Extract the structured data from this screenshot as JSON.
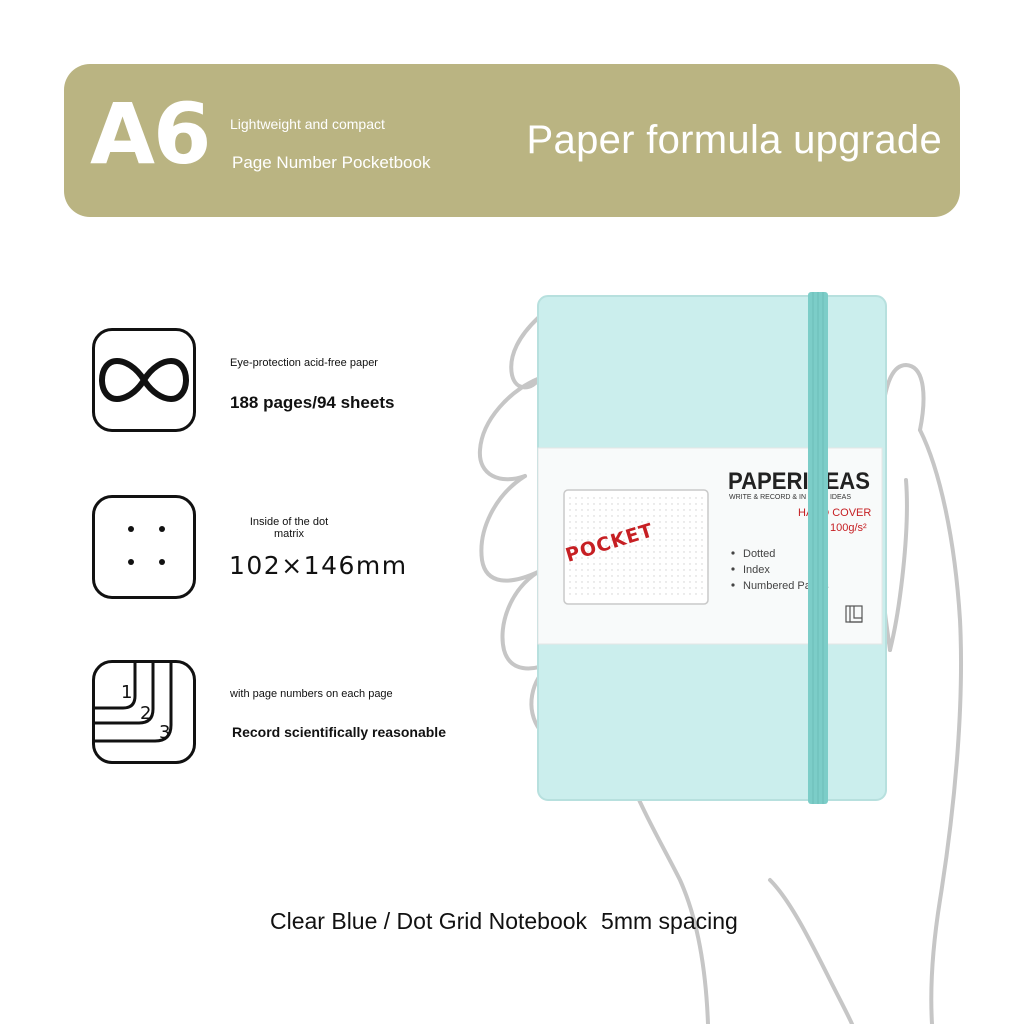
{
  "banner": {
    "size": "A6",
    "tagline": "Lightweight and compact",
    "product": "Page Number Pocketbook",
    "headline": "Paper formula upgrade",
    "background_color": "#bab482"
  },
  "features": [
    {
      "icon": "infinity-icon",
      "caption": "Eye-protection acid-free paper",
      "detail": "188 pages/94 sheets"
    },
    {
      "icon": "dot-matrix-icon",
      "caption": "Inside of the dot matrix",
      "detail": "102×146mm"
    },
    {
      "icon": "page-numbers-icon",
      "caption": "with page numbers on each page",
      "detail": "Record scientifically reasonable",
      "icon_numbers": [
        "1",
        "2",
        "3"
      ]
    }
  ],
  "notebook": {
    "brand": "PAPERIDEAS",
    "brand_tagline": "WRITE & RECORD & IN YOUR IDEAS",
    "cover_type": "HARD COVER",
    "paper_weight": "100g/s²",
    "stamp": "POCKET",
    "specs": [
      "Dotted",
      "Index",
      "Numbered Pages"
    ],
    "cover_color": "#cbeeed",
    "band_color": "#7ccdc8"
  },
  "caption": {
    "product": "Clear Blue / Dot Grid Notebook",
    "spacing": "5mm spacing"
  }
}
